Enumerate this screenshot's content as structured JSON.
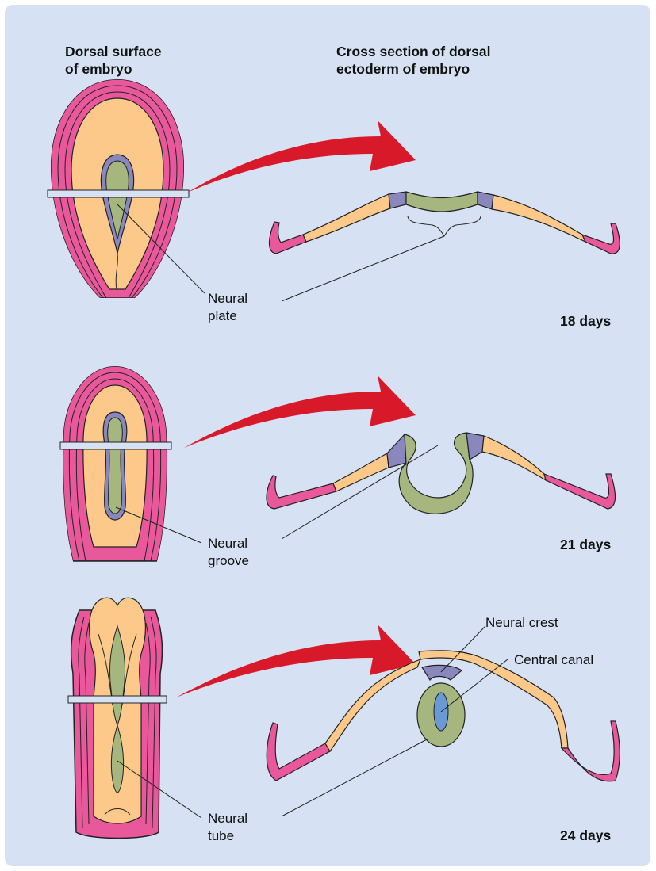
{
  "headers": {
    "left_line1": "Dorsal surface",
    "left_line2": "of embryo",
    "right_line1": "Cross section of dorsal",
    "right_line2": "ectoderm of embryo"
  },
  "stages": [
    {
      "day_label": "18 days",
      "label_line1": "Neural",
      "label_line2": "plate"
    },
    {
      "day_label": "21 days",
      "label_line1": "Neural",
      "label_line2": "groove"
    },
    {
      "day_label": "24 days",
      "label_line1": "Neural",
      "label_line2": "tube"
    }
  ],
  "extra_labels": {
    "neural_crest": "Neural crest",
    "central_canal": "Central canal"
  },
  "colors": {
    "background": "#d6e2f3",
    "epidermis_pink": "#e8589a",
    "ectoderm_orange": "#fcc98a",
    "neural_green": "#a6b67f",
    "neural_crest_purple": "#8a86be",
    "canal_blue": "#6a9ad6",
    "arrow_red": "#d7192a"
  }
}
